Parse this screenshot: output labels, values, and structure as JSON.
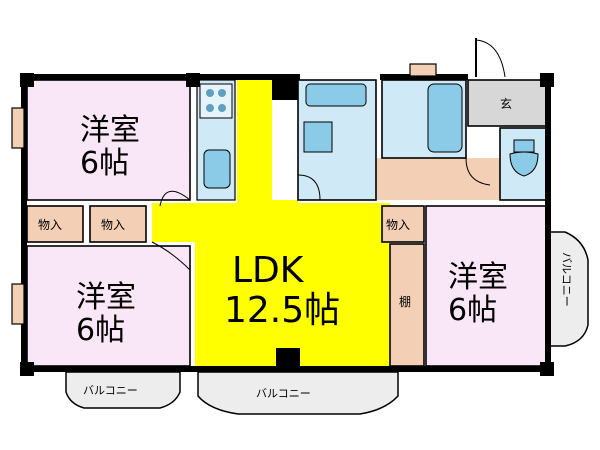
{
  "colors": {
    "wall": "#000000",
    "bedroom": "#f9e6f6",
    "ldk": "#ffff00",
    "storage": "#f2cfb5",
    "wet": "#cfe9f7",
    "entry": "#d7d7d7",
    "corridor": "#f2cfb5",
    "fixture": "#8ccbe8",
    "stove": "#5fa0c0"
  },
  "rooms": {
    "bedroom_nw": {
      "name": "洋室",
      "size": "6帖"
    },
    "bedroom_sw": {
      "name": "洋室",
      "size": "6帖"
    },
    "bedroom_e": {
      "name": "洋室",
      "size": "6帖"
    },
    "ldk": {
      "name": "LDK",
      "size": "12.5帖"
    }
  },
  "closets": {
    "closet_1": "物入",
    "closet_2": "物入",
    "closet_3": "物入",
    "shelf": "棚"
  },
  "entrance": "玄",
  "balconies": {
    "south_west": "バルコニー",
    "south_center": "バルコニー",
    "east": "バルコニー"
  }
}
